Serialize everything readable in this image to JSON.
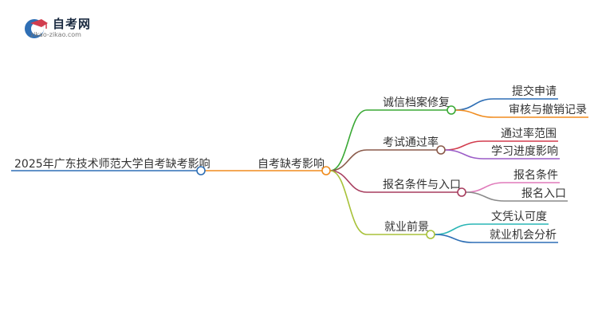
{
  "logo": {
    "title": "自考网",
    "url": "zikao-zikao.com",
    "icon": "graduation-cap-icon"
  },
  "mindmap": {
    "root": "2025年广东技术师范大学自考缺考影响",
    "center": "自考缺考影响",
    "colors": {
      "root": "#2f6fb5",
      "center": "#f08c1e",
      "branch_green": "#3aa935",
      "branch_brown": "#8a5a4a",
      "branch_purple": "#a73d5e",
      "branch_olive": "#a8c23a",
      "leaf_blue": "#2f6fb5",
      "leaf_orange": "#f08c1e",
      "leaf_red": "#d23d4e",
      "leaf_violet": "#9b5cc7",
      "leaf_pink": "#e07aba",
      "leaf_gray": "#8a8a8a",
      "leaf_teal": "#2ab5b5"
    },
    "branches": [
      {
        "label": "诚信档案修复",
        "color": "#3aa935",
        "children": [
          {
            "label": "提交申请",
            "color": "#2f6fb5"
          },
          {
            "label": "审核与撤销记录",
            "color": "#f08c1e"
          }
        ]
      },
      {
        "label": "考试通过率",
        "color": "#8a5a4a",
        "children": [
          {
            "label": "通过率范围",
            "color": "#d23d4e"
          },
          {
            "label": "学习进度影响",
            "color": "#9b5cc7"
          }
        ]
      },
      {
        "label": "报名条件与入口",
        "color": "#a73d5e",
        "children": [
          {
            "label": "报名条件",
            "color": "#e07aba"
          },
          {
            "label": "报名入口",
            "color": "#8a8a8a"
          }
        ]
      },
      {
        "label": "就业前景",
        "color": "#a8c23a",
        "children": [
          {
            "label": "文凭认可度",
            "color": "#2ab5b5"
          },
          {
            "label": "就业机会分析",
            "color": "#2f6fb5"
          }
        ]
      }
    ]
  }
}
